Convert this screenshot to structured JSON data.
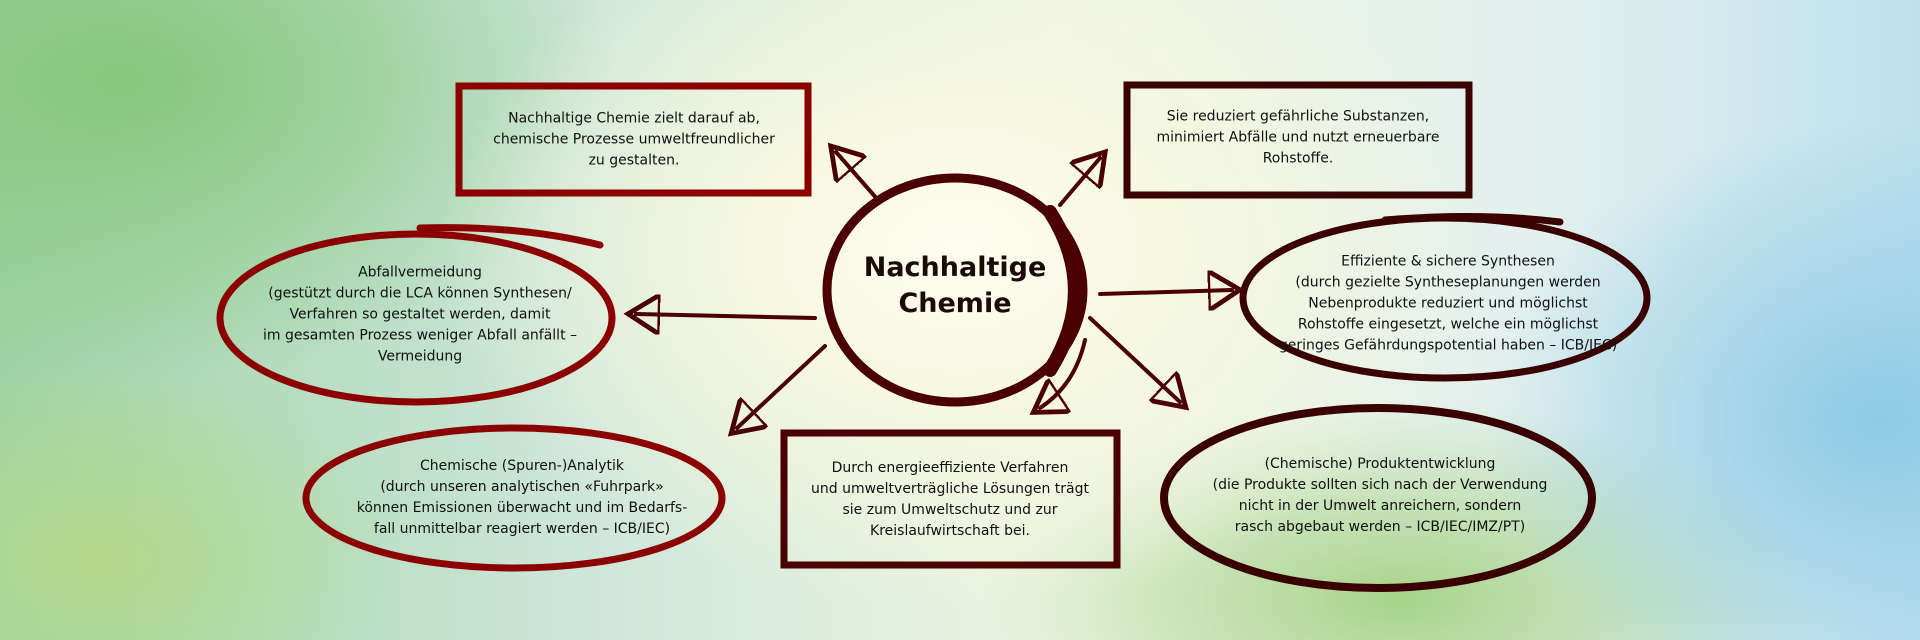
{
  "center": {
    "title_lines": [
      "Nachhaltige",
      "Chemie"
    ]
  },
  "nodes": {
    "top_left": {
      "lines": [
        "Nachhaltige Chemie zielt darauf ab,",
        "chemische Prozesse umweltfreundlicher",
        "zu gestalten."
      ]
    },
    "top_right": {
      "lines": [
        "Sie reduziert gefährliche Substanzen,",
        "minimiert Abfälle und nutzt erneuerbare",
        "Rohstoffe."
      ]
    },
    "left": {
      "lines": [
        "Abfallvermeidung",
        "(gestützt durch die LCA können Synthesen/",
        "Verfahren so gestaltet werden, damit",
        "im gesamten Prozess weniger Abfall anfällt –",
        "Vermeidung"
      ]
    },
    "right": {
      "lines": [
        "Effiziente & sichere Synthesen",
        "(durch gezielte Syntheseplanungen werden",
        "Nebenprodukte reduziert und möglichst",
        "Rohstoffe eingesetzt, welche ein möglichst",
        "geringes Gefährdungspotential haben – ICB/IEC)"
      ]
    },
    "bottom_left": {
      "lines": [
        "Chemische (Spuren-)Analytik",
        "(durch unseren analytischen «Fuhrpark»",
        "können Emissionen überwacht und im Bedarfs-",
        "fall unmittelbar reagiert werden – ICB/IEC)"
      ]
    },
    "bottom_middle": {
      "lines": [
        "Durch energieeffiziente Verfahren",
        "und umweltverträgliche Lösungen trägt",
        "sie zum Umweltschutz und zur",
        "Kreislaufwirtschaft bei."
      ]
    },
    "bottom_right": {
      "lines": [
        "(Chemische) Produktentwicklung",
        "(die Produkte sollten sich nach der Verwendung",
        "nicht in der Umwelt anreichern, sondern",
        "rasch abgebaut werden – ICB/IEC/IMZ/PT)"
      ]
    }
  },
  "colors": {
    "red": "#8b0000",
    "dark": "#3a0000"
  }
}
